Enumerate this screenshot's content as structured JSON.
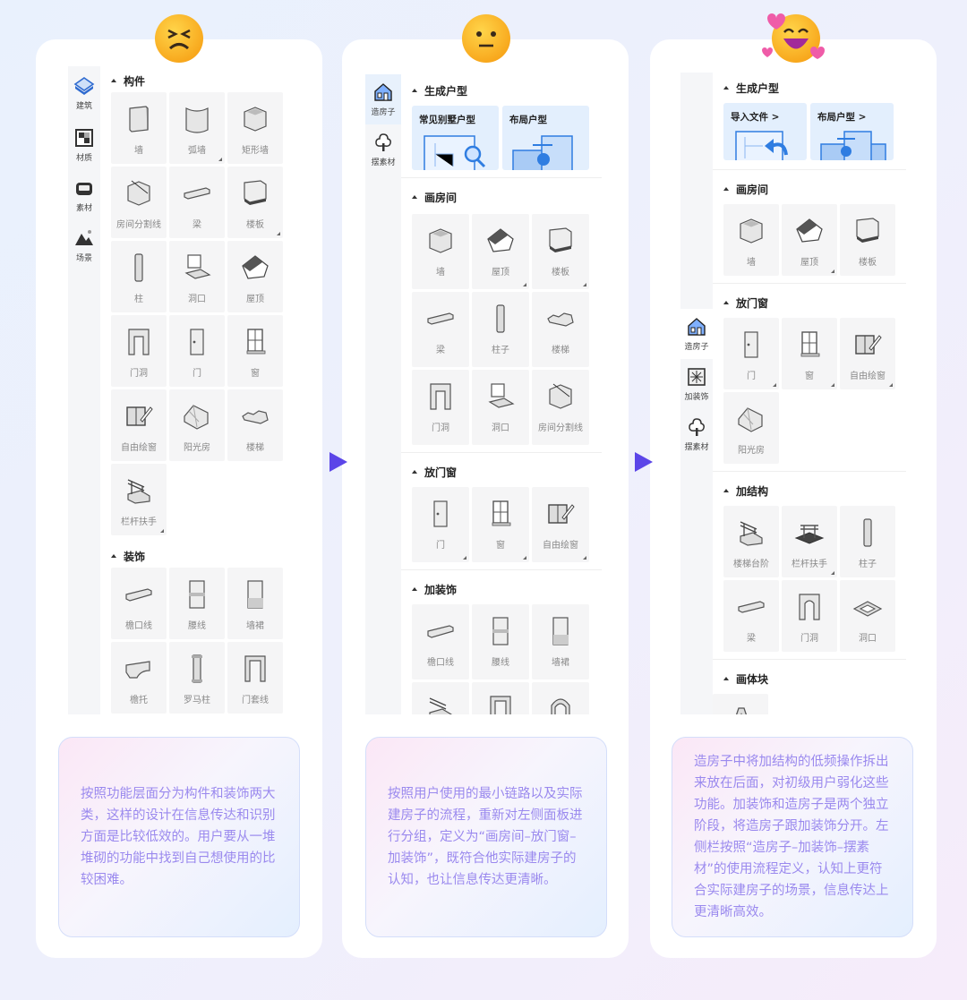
{
  "colors": {
    "arrow": "#5b45e8",
    "note_text": "#9a89ee",
    "active_side": "#e8f1fc",
    "accent_blue": "#2f7de1"
  },
  "columns": [
    {
      "emoji": "persevering-face-icon",
      "sidebar": [
        {
          "label": "建筑",
          "icon": "building-icon",
          "active": true
        },
        {
          "label": "材质",
          "icon": "material-icon"
        },
        {
          "label": "素材",
          "icon": "sofa-icon"
        },
        {
          "label": "场景",
          "icon": "mountain-icon"
        }
      ],
      "sections": [
        {
          "title": "构件",
          "items": [
            {
              "label": "墙"
            },
            {
              "label": "弧墙",
              "more": true
            },
            {
              "label": "矩形墙"
            },
            {
              "label": "房间分割线"
            },
            {
              "label": "梁"
            },
            {
              "label": "楼板",
              "more": true
            },
            {
              "label": "柱"
            },
            {
              "label": "洞口"
            },
            {
              "label": "屋顶"
            },
            {
              "label": "门洞"
            },
            {
              "label": "门"
            },
            {
              "label": "窗"
            },
            {
              "label": "自由绘窗"
            },
            {
              "label": "阳光房"
            },
            {
              "label": "楼梯"
            },
            {
              "label": "栏杆扶手",
              "more": true
            }
          ]
        },
        {
          "title": "装饰",
          "items": [
            {
              "label": "檐口线"
            },
            {
              "label": "腰线"
            },
            {
              "label": "墙裙"
            },
            {
              "label": "檐托"
            },
            {
              "label": "罗马柱"
            },
            {
              "label": "门套线"
            }
          ]
        }
      ],
      "note": "按照功能层面分为构件和装饰两大类，这样的设计在信息传达和识别方面是比较低效的。用户要从一堆堆砌的功能中找到自己想使用的比较困难。"
    },
    {
      "emoji": "neutral-face-icon",
      "sidebar": [
        {
          "label": "造房子",
          "icon": "house-icon",
          "active": true
        },
        {
          "label": "摆素材",
          "icon": "tree-icon"
        }
      ],
      "generate": {
        "title": "生成户型",
        "cards": [
          {
            "label": "常见别墅户型",
            "icon": "floorplan-search-icon"
          },
          {
            "label": "布局户型",
            "icon": "layout-drag-icon"
          }
        ]
      },
      "sections": [
        {
          "title": "画房间",
          "items": [
            {
              "label": "墙"
            },
            {
              "label": "屋顶",
              "more": true
            },
            {
              "label": "楼板",
              "more": true
            },
            {
              "label": "梁"
            },
            {
              "label": "柱子"
            },
            {
              "label": "楼梯"
            },
            {
              "label": "门洞"
            },
            {
              "label": "洞口"
            },
            {
              "label": "房间分割线"
            }
          ]
        },
        {
          "title": "放门窗",
          "items": [
            {
              "label": "门",
              "more": true
            },
            {
              "label": "窗",
              "more": true
            },
            {
              "label": "自由绘窗",
              "more": true
            }
          ]
        },
        {
          "title": "加装饰",
          "items": [
            {
              "label": "檐口线"
            },
            {
              "label": "腰线"
            },
            {
              "label": "墙裙"
            },
            {
              "label": ""
            },
            {
              "label": ""
            },
            {
              "label": ""
            }
          ]
        }
      ],
      "note": "按照用户使用的最小链路以及实际建房子的流程，重新对左侧面板进行分组，定义为“画房间–放门窗–加装饰”，既符合他实际建房子的认知，也让信息传达更清晰。"
    },
    {
      "emoji": "smiling-face-with-hearts-icon",
      "sidebar": [
        {
          "label": "造房子",
          "icon": "house-icon",
          "active": true
        },
        {
          "label": "加装饰",
          "icon": "ornament-icon"
        },
        {
          "label": "摆素材",
          "icon": "tree-icon"
        }
      ],
      "generate": {
        "title": "生成户型",
        "cards": [
          {
            "label": "导入文件 >",
            "icon": "import-file-icon"
          },
          {
            "label": "布局户型 >",
            "icon": "layout-drag-icon"
          }
        ]
      },
      "sections": [
        {
          "title": "画房间",
          "items": [
            {
              "label": "墙"
            },
            {
              "label": "屋顶",
              "more": true
            },
            {
              "label": "楼板"
            }
          ]
        },
        {
          "title": "放门窗",
          "items": [
            {
              "label": "门",
              "more": true
            },
            {
              "label": "窗",
              "more": true
            },
            {
              "label": "自由绘窗",
              "more": true
            },
            {
              "label": "阳光房"
            }
          ]
        },
        {
          "title": "加结构",
          "items": [
            {
              "label": "楼梯台阶"
            },
            {
              "label": "栏杆扶手",
              "more": true
            },
            {
              "label": "柱子"
            },
            {
              "label": "梁"
            },
            {
              "label": "门洞"
            },
            {
              "label": "洞口"
            }
          ]
        },
        {
          "title": "画体块",
          "items": [
            {
              "label": ""
            }
          ]
        }
      ],
      "note": "造房子中将加结构的低频操作拆出来放在后面，对初级用户弱化这些功能。加装饰和造房子是两个独立阶段，将造房子跟加装饰分开。左侧栏按照“造房子–加装饰–摆素材”的使用流程定义，认知上更符合实际建房子的场景，信息传达上更清晰高效。"
    }
  ]
}
